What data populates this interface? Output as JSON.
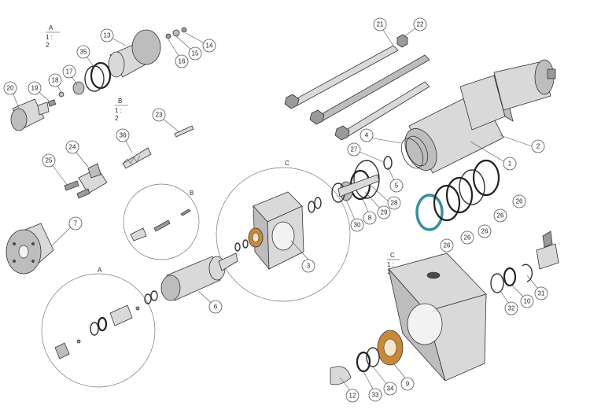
{
  "colors": {
    "bronze": "#c8893a",
    "teal_seal": "#3a8fa0",
    "steel": "#d9d9d9",
    "line": "#333333"
  },
  "detail_labels": {
    "A_title": "A",
    "A_scale": "1 :",
    "A_scale2": "2",
    "B_title": "B",
    "B_scale": "1 :",
    "B_scale2": "2",
    "C_title": "C",
    "C_scale": "1 :",
    "C_scale2": "1",
    "circle_A": "A",
    "circle_B": "B",
    "circle_C": "C"
  },
  "callouts": [
    {
      "id": "c1",
      "label": "1"
    },
    {
      "id": "c2",
      "label": "2"
    },
    {
      "id": "c3",
      "label": "3"
    },
    {
      "id": "c4",
      "label": "4"
    },
    {
      "id": "c5",
      "label": "5"
    },
    {
      "id": "c6",
      "label": "6"
    },
    {
      "id": "c7",
      "label": "7"
    },
    {
      "id": "c8",
      "label": "8"
    },
    {
      "id": "c9",
      "label": "9"
    },
    {
      "id": "c10",
      "label": "10"
    },
    {
      "id": "c12",
      "label": "12"
    },
    {
      "id": "c13",
      "label": "13"
    },
    {
      "id": "c14",
      "label": "14"
    },
    {
      "id": "c15",
      "label": "15"
    },
    {
      "id": "c16",
      "label": "16"
    },
    {
      "id": "c17",
      "label": "17"
    },
    {
      "id": "c18",
      "label": "18"
    },
    {
      "id": "c19",
      "label": "19"
    },
    {
      "id": "c20",
      "label": "20"
    },
    {
      "id": "c21",
      "label": "21"
    },
    {
      "id": "c22",
      "label": "22"
    },
    {
      "id": "c23",
      "label": "23"
    },
    {
      "id": "c24",
      "label": "24"
    },
    {
      "id": "c25",
      "label": "25"
    },
    {
      "id": "c26a",
      "label": "26"
    },
    {
      "id": "c26b",
      "label": "26"
    },
    {
      "id": "c26c",
      "label": "26"
    },
    {
      "id": "c26d",
      "label": "26"
    },
    {
      "id": "c26e",
      "label": "26"
    },
    {
      "id": "c27",
      "label": "27"
    },
    {
      "id": "c28",
      "label": "28"
    },
    {
      "id": "c29",
      "label": "29"
    },
    {
      "id": "c30",
      "label": "30"
    },
    {
      "id": "c31",
      "label": "31"
    },
    {
      "id": "c32",
      "label": "32"
    },
    {
      "id": "c33",
      "label": "33"
    },
    {
      "id": "c34",
      "label": "34"
    },
    {
      "id": "c35",
      "label": "35"
    },
    {
      "id": "c36",
      "label": "36"
    }
  ]
}
